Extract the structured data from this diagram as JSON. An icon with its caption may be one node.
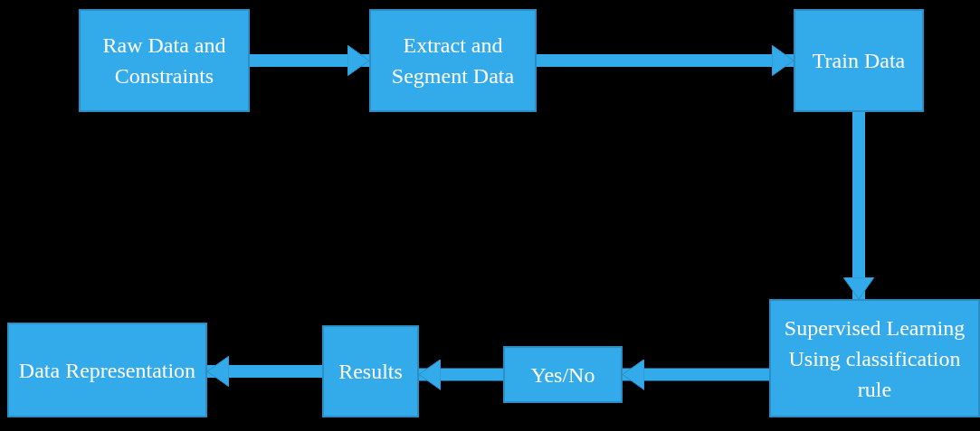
{
  "diagram": {
    "nodes": [
      {
        "text": [
          "Raw Data and Constraints"
        ]
      },
      {
        "text": [
          "Extract and Segment Data"
        ]
      },
      {
        "text": [
          "Train Data"
        ]
      },
      {
        "text": [
          "Supervised Learning Using classification rule"
        ]
      },
      {
        "text": [
          "Yes/No"
        ]
      },
      {
        "text": [
          "Results"
        ]
      },
      {
        "text": [
          "Data Representation"
        ]
      }
    ],
    "edges": [
      {
        "from": 0,
        "to": 1,
        "arrow": "to"
      },
      {
        "from": 1,
        "to": 2,
        "arrow": "to"
      },
      {
        "from": 2,
        "to": 3,
        "arrow": "to"
      },
      {
        "from": 3,
        "to": 4,
        "arrow": "to"
      },
      {
        "from": 4,
        "to": 5,
        "arrow": "to"
      },
      {
        "from": 5,
        "to": 6,
        "arrow": "to"
      }
    ]
  }
}
